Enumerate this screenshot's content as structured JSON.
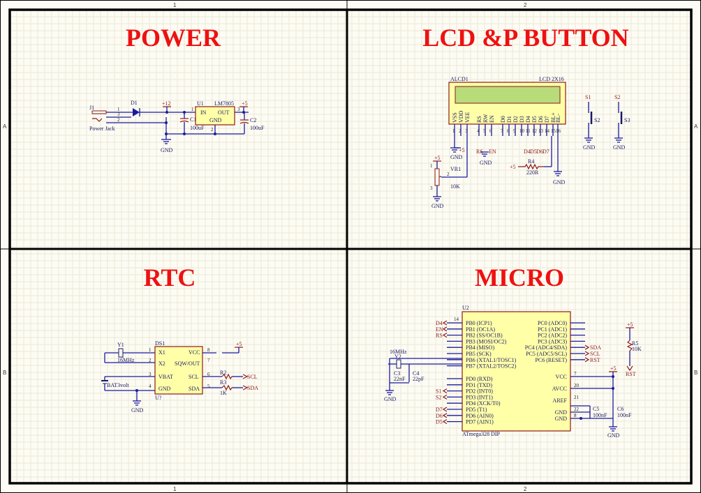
{
  "sections": {
    "power": "POWER",
    "lcd": "LCD &P BUTTON",
    "rtc": "RTC",
    "micro": "MICRO"
  },
  "border": {
    "col1": "1",
    "col2": "2",
    "rowA": "A",
    "rowB": "B"
  },
  "power": {
    "j1": "J1",
    "jack": "Power Jack",
    "d1": "D1",
    "plus12": "+12",
    "u1": "U1",
    "reg": "LM7805",
    "in": "IN",
    "out": "OUT",
    "gndpin": "GND",
    "plus5": "+5",
    "c1": "C1",
    "c1v": "100uF",
    "c2": "C2",
    "c2v": "100uF",
    "gnd": "GND",
    "p1": "1",
    "p2": "2",
    "p3": "3",
    "rp1": "1",
    "rp2": "2",
    "rp3": "3"
  },
  "lcd": {
    "name": "ALCD1",
    "type": "LCD 2X16",
    "pins": [
      "VSS",
      "VDD",
      "VEE",
      "RS",
      "RW",
      "EN",
      "D0",
      "D1",
      "D2",
      "D3",
      "D4",
      "D5",
      "D6",
      "D7",
      "BL+",
      "BL-"
    ],
    "pinnums": [
      "1",
      "2",
      "3",
      "4",
      "5",
      "6",
      "7",
      "8",
      "9",
      "10",
      "11",
      "12",
      "13",
      "14",
      "15",
      "16"
    ],
    "rs": "RS",
    "en": "EN",
    "d4": "D4",
    "d5": "D5",
    "d6": "D6",
    "d7": "D7",
    "gnd": "GND",
    "plus5": "+5",
    "r4": "R4",
    "r4v": "220R",
    "vr1": "VR1",
    "vr1v": "10K",
    "s1": "S1",
    "s2": "S2",
    "s2p": "S2",
    "s3p": "S3",
    "vr_p1": "1",
    "vr_p2": "2",
    "vr_p3": "3"
  },
  "rtc": {
    "y1": "Y1",
    "y1v": "16MHz",
    "ds1": "DS1",
    "u": "U?",
    "bat": "BAT3volt",
    "x1": "X1",
    "x2": "X2",
    "vbat": "VBAT",
    "gndpin": "GND",
    "vcc": "VCC",
    "sqw": "SQW/OUT",
    "scl": "SCL",
    "sda": "SDA",
    "n1": "1",
    "n2": "2",
    "n3": "3",
    "n4": "4",
    "n5": "5",
    "n6": "6",
    "n7": "7",
    "n8": "8",
    "plus5": "+5",
    "r2": "R2",
    "r3": "R3",
    "rv": "1K",
    "sclnet": "SCL",
    "sdanet": "SDA",
    "gnd": "GND"
  },
  "micro": {
    "u2": "U2",
    "chip": "ATmega328 DIP",
    "left": [
      "PB0 (ICP1)",
      "PB1 (OC1A)",
      "PB2 (SS/OC1B)",
      "PB3 (MOSI/OC2)",
      "PB4 (MISO)",
      "PB5 (SCK)",
      "PB6 (XTAL1/TOSC1)",
      "PB7 (XTAL2/TOSC2)",
      "PD0 (RXD)",
      "PD1 (TXD)",
      "PD2 (INT0)",
      "PD3 (INT1)",
      "PD4 (XCK/T0)",
      "PD5 (T1)",
      "PD6 (AIN0)",
      "PD7 (AIN1)"
    ],
    "right": [
      "PC0 (ADC0)",
      "PC1 (ADC1)",
      "PC2 (ADC2)",
      "PC3 (ADC3)",
      "PC4 (ADC4/SDA)",
      "PC5 (ADC5/SCL)",
      "PC6 (RESET)"
    ],
    "right2": [
      "VCC",
      "AVCC",
      "AREF",
      "GND",
      "GND"
    ],
    "right2nums": [
      "7",
      "20",
      "21",
      "22",
      "8"
    ],
    "leftnets": [
      "D4",
      "EN",
      "RS",
      "",
      "",
      "",
      "",
      "",
      "",
      "",
      "S1",
      "S2",
      "",
      "D7",
      "D6",
      "D5"
    ],
    "rightnets": [
      "",
      "",
      "",
      "",
      "SDA",
      "SCL",
      "RST"
    ],
    "xtal": "16MHz",
    "y2": "Y2",
    "c3": "C3",
    "c3v": "22nF",
    "c4": "C4",
    "c4v": "22pF",
    "c5": "C5",
    "c5v": "100nF",
    "c6": "C6",
    "c6v": "100nF",
    "r5": "R5",
    "r5v": "10K",
    "plus5a": "+5",
    "plus5b": "+5",
    "rst": "RST",
    "gnd1": "GND",
    "gnd2": "GND",
    "pin14": "14"
  }
}
